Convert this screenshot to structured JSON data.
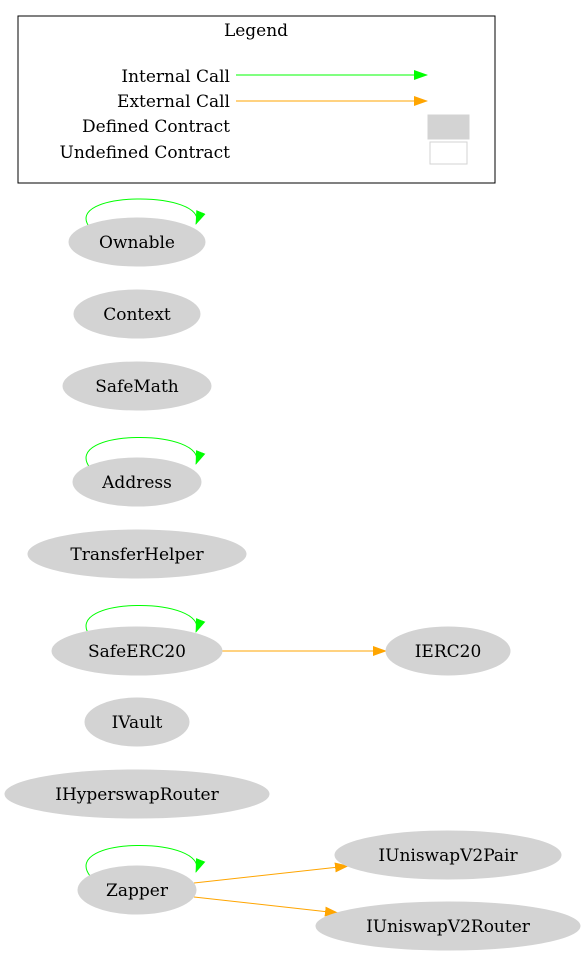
{
  "legend": {
    "title": "Legend",
    "items": [
      {
        "label": "Internal Call",
        "kind": "internal-arrow"
      },
      {
        "label": "External Call",
        "kind": "external-arrow"
      },
      {
        "label": "Defined Contract",
        "kind": "defined-box"
      },
      {
        "label": "Undefined Contract",
        "kind": "undefined-box"
      }
    ]
  },
  "colors": {
    "internal_call": "#00ff00",
    "external_call": "#ffa500",
    "defined_fill": "#d3d3d3",
    "undefined_fill": "#ffffff"
  },
  "nodes": [
    {
      "id": "ownable",
      "label": "Ownable",
      "self_call": true
    },
    {
      "id": "context",
      "label": "Context",
      "self_call": false
    },
    {
      "id": "safemath",
      "label": "SafeMath",
      "self_call": false
    },
    {
      "id": "address",
      "label": "Address",
      "self_call": true
    },
    {
      "id": "transferhelper",
      "label": "TransferHelper",
      "self_call": false
    },
    {
      "id": "safeerc20",
      "label": "SafeERC20",
      "self_call": true
    },
    {
      "id": "ierc20",
      "label": "IERC20",
      "self_call": false
    },
    {
      "id": "ivault",
      "label": "IVault",
      "self_call": false
    },
    {
      "id": "ihyperswaprouter",
      "label": "IHyperswapRouter",
      "self_call": false
    },
    {
      "id": "zapper",
      "label": "Zapper",
      "self_call": true
    },
    {
      "id": "iuniswapv2pair",
      "label": "IUniswapV2Pair",
      "self_call": false
    },
    {
      "id": "iuniswapv2router",
      "label": "IUniswapV2Router",
      "self_call": false
    }
  ],
  "edges": [
    {
      "from": "safeerc20",
      "to": "ierc20",
      "type": "external"
    },
    {
      "from": "zapper",
      "to": "iuniswapv2pair",
      "type": "external"
    },
    {
      "from": "zapper",
      "to": "iuniswapv2router",
      "type": "external"
    }
  ]
}
